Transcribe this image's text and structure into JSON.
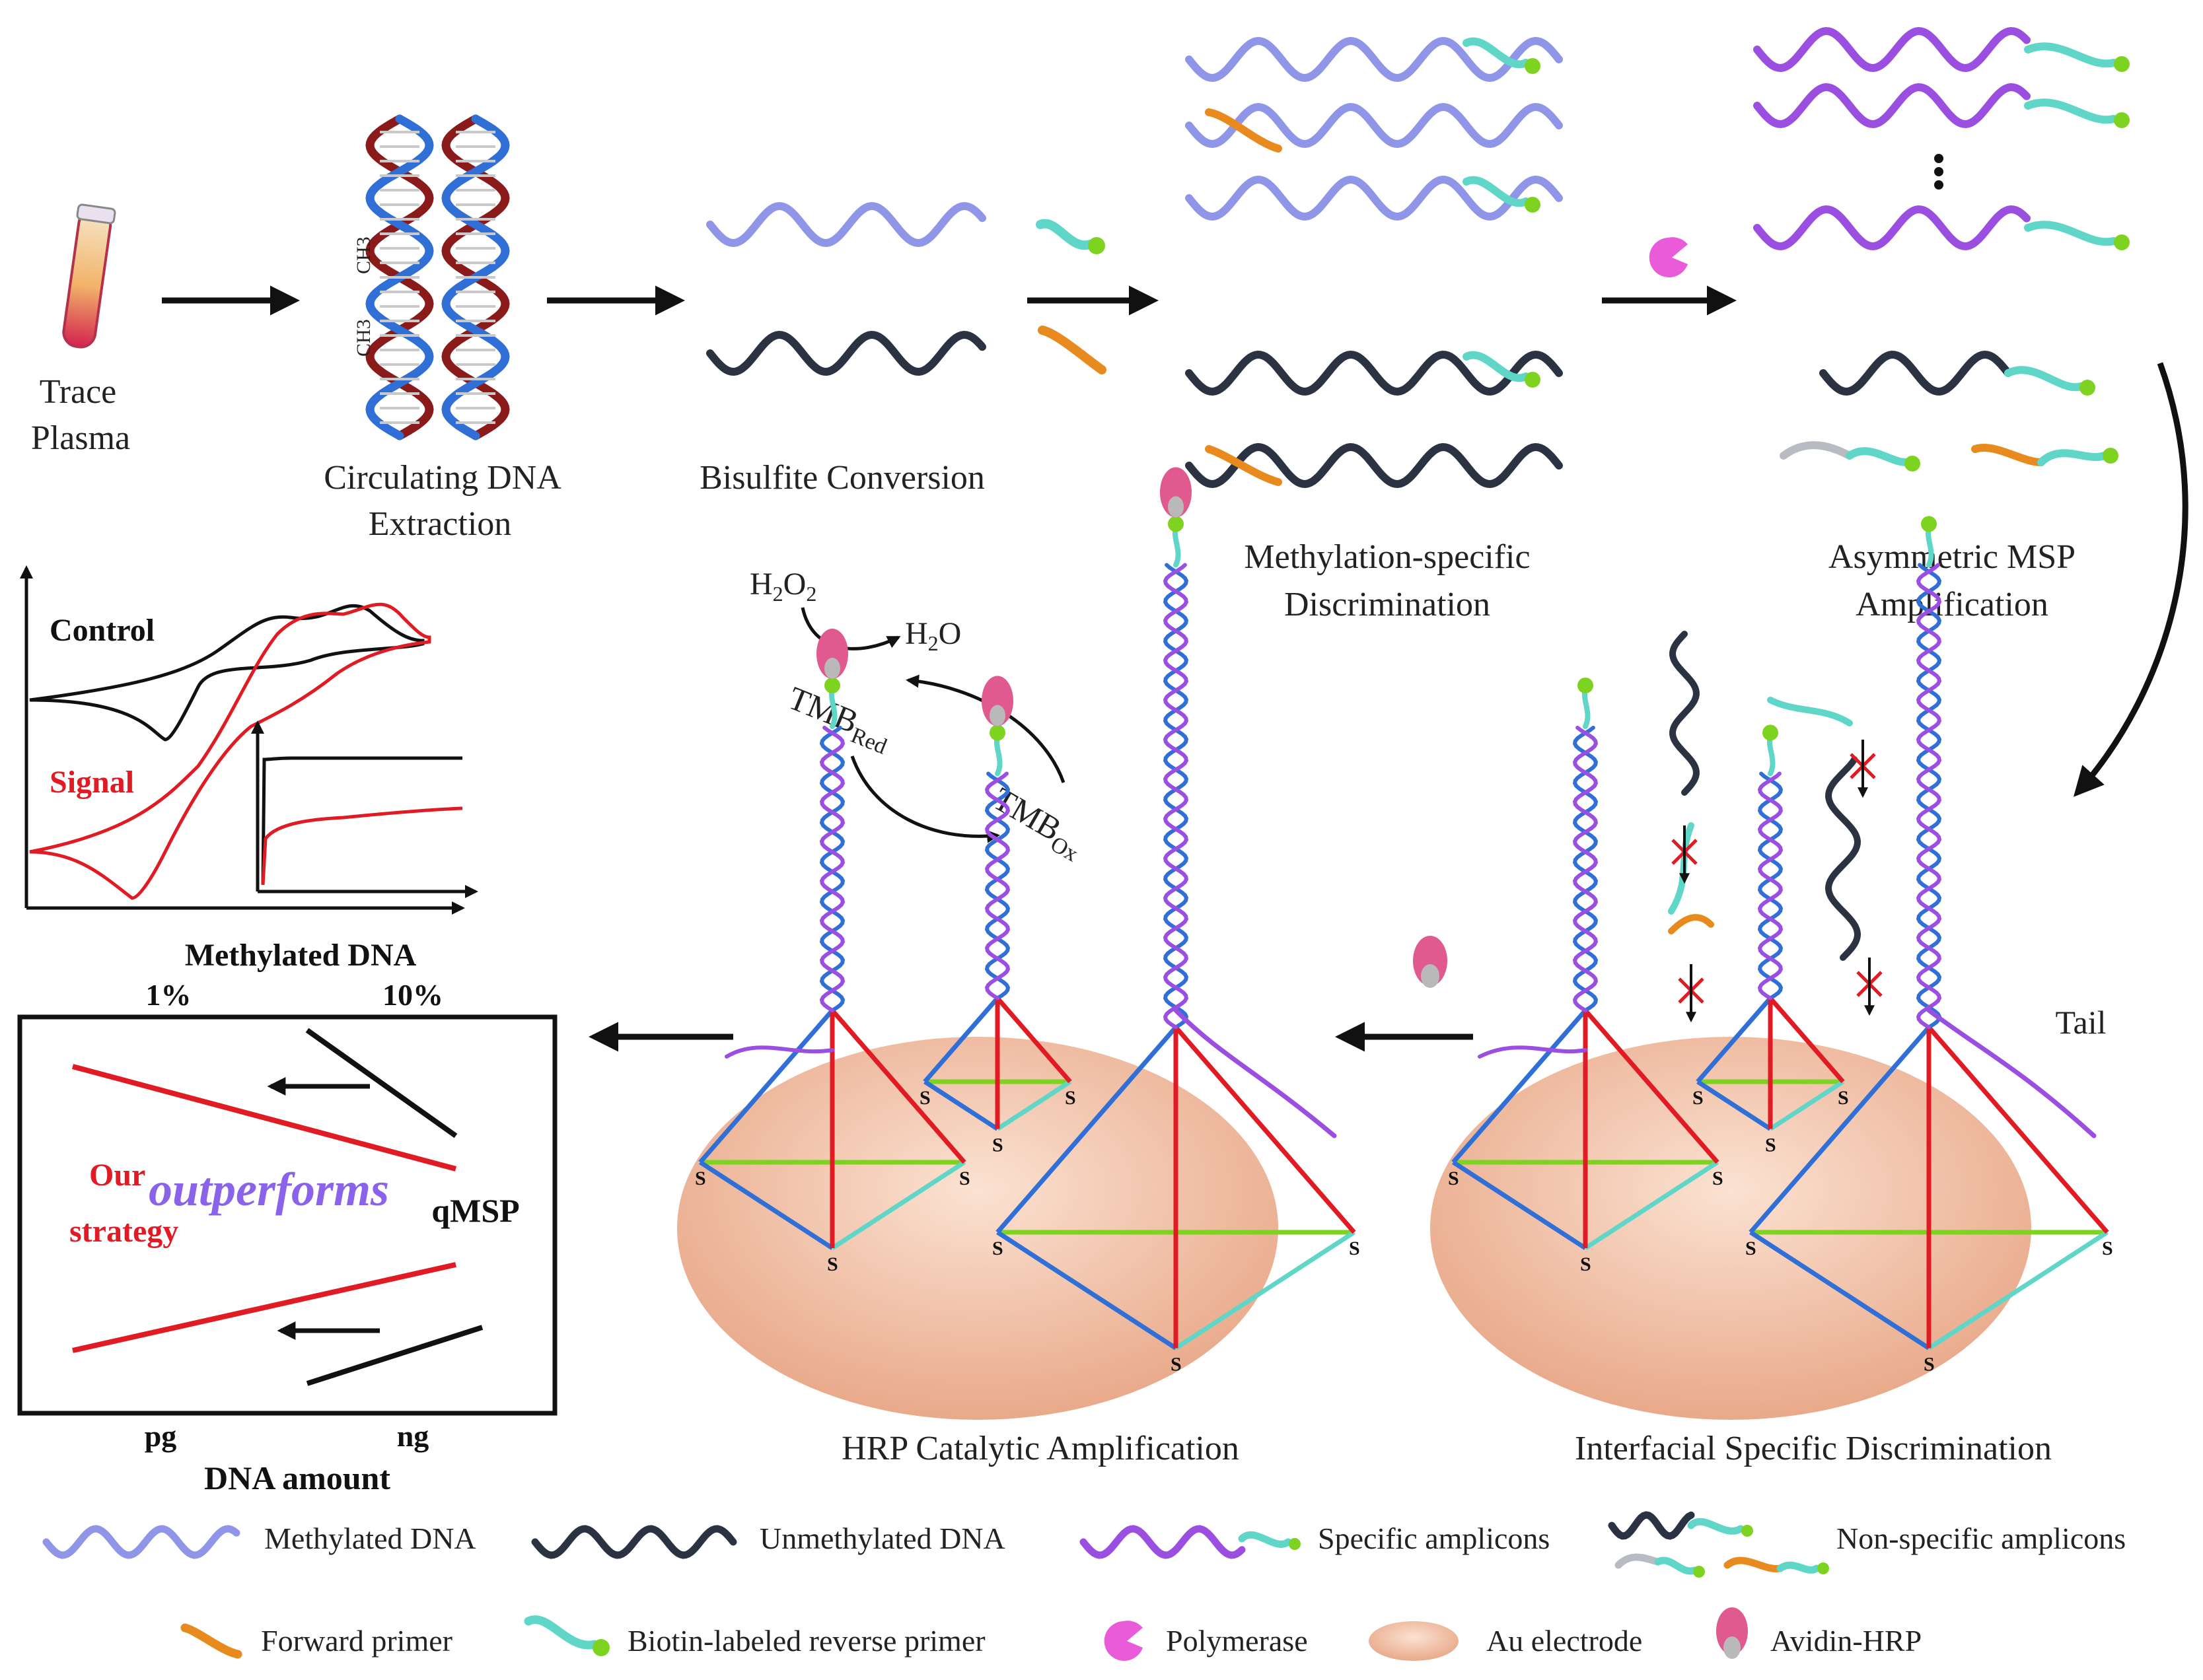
{
  "colors": {
    "methylated": "#8f96e8",
    "unmethylated": "#2b3343",
    "amplicon": "#9a4fe0",
    "reverse_primer": "#5fd6c8",
    "forward_primer": "#e88a1e",
    "biotin": "#7ed321",
    "polymerase": "#e95bd9",
    "electrode": "#f3c3a4",
    "avidin": "#e05a8f",
    "control": "#111111",
    "signal": "#e01b24",
    "helix_red": "#8b1a1a",
    "helix_blue": "#2f6fd6"
  },
  "steps": {
    "trace_plasma_1": "Trace",
    "trace_plasma_2": "Plasma",
    "extraction_1": "Circulating DNA",
    "extraction_2": "Extraction",
    "ch3_a": "CH3",
    "ch3_b": "CH3",
    "bisulfite": "Bisulfite Conversion",
    "msd_1": "Methylation-specific",
    "msd_2": "Discrimination",
    "amsp_1": "Asymmetric MSP",
    "amsp_2": "Amplification",
    "interfacial": "Interfacial Specific Discrimination",
    "hrp": "HRP Catalytic Amplification",
    "tail": "Tail",
    "sulfur": "S"
  },
  "catalysis": {
    "h2o2": "H2O2",
    "h2o": "H2O",
    "tmb_red": "TMBRed",
    "tmb_ox": "TMBOx"
  },
  "cv_plot": {
    "control": "Control",
    "signal": "Signal"
  },
  "comparison": {
    "top_title": "Methylated DNA",
    "top_left": "1%",
    "top_right": "10%",
    "our_1": "Our",
    "our_2": "strategy",
    "outperforms": "outperforms",
    "qmsp": "qMSP",
    "bottom_left": "pg",
    "bottom_right": "ng",
    "bottom_title": "DNA amount"
  },
  "legend": {
    "methylated": "Methylated DNA",
    "unmethylated": "Unmethylated DNA",
    "specific": "Specific amplicons",
    "nonspecific": "Non-specific amplicons",
    "forward": "Forward primer",
    "reverse": "Biotin-labeled reverse primer",
    "polymerase": "Polymerase",
    "electrode": "Au electrode",
    "avidin": "Avidin-HRP"
  }
}
